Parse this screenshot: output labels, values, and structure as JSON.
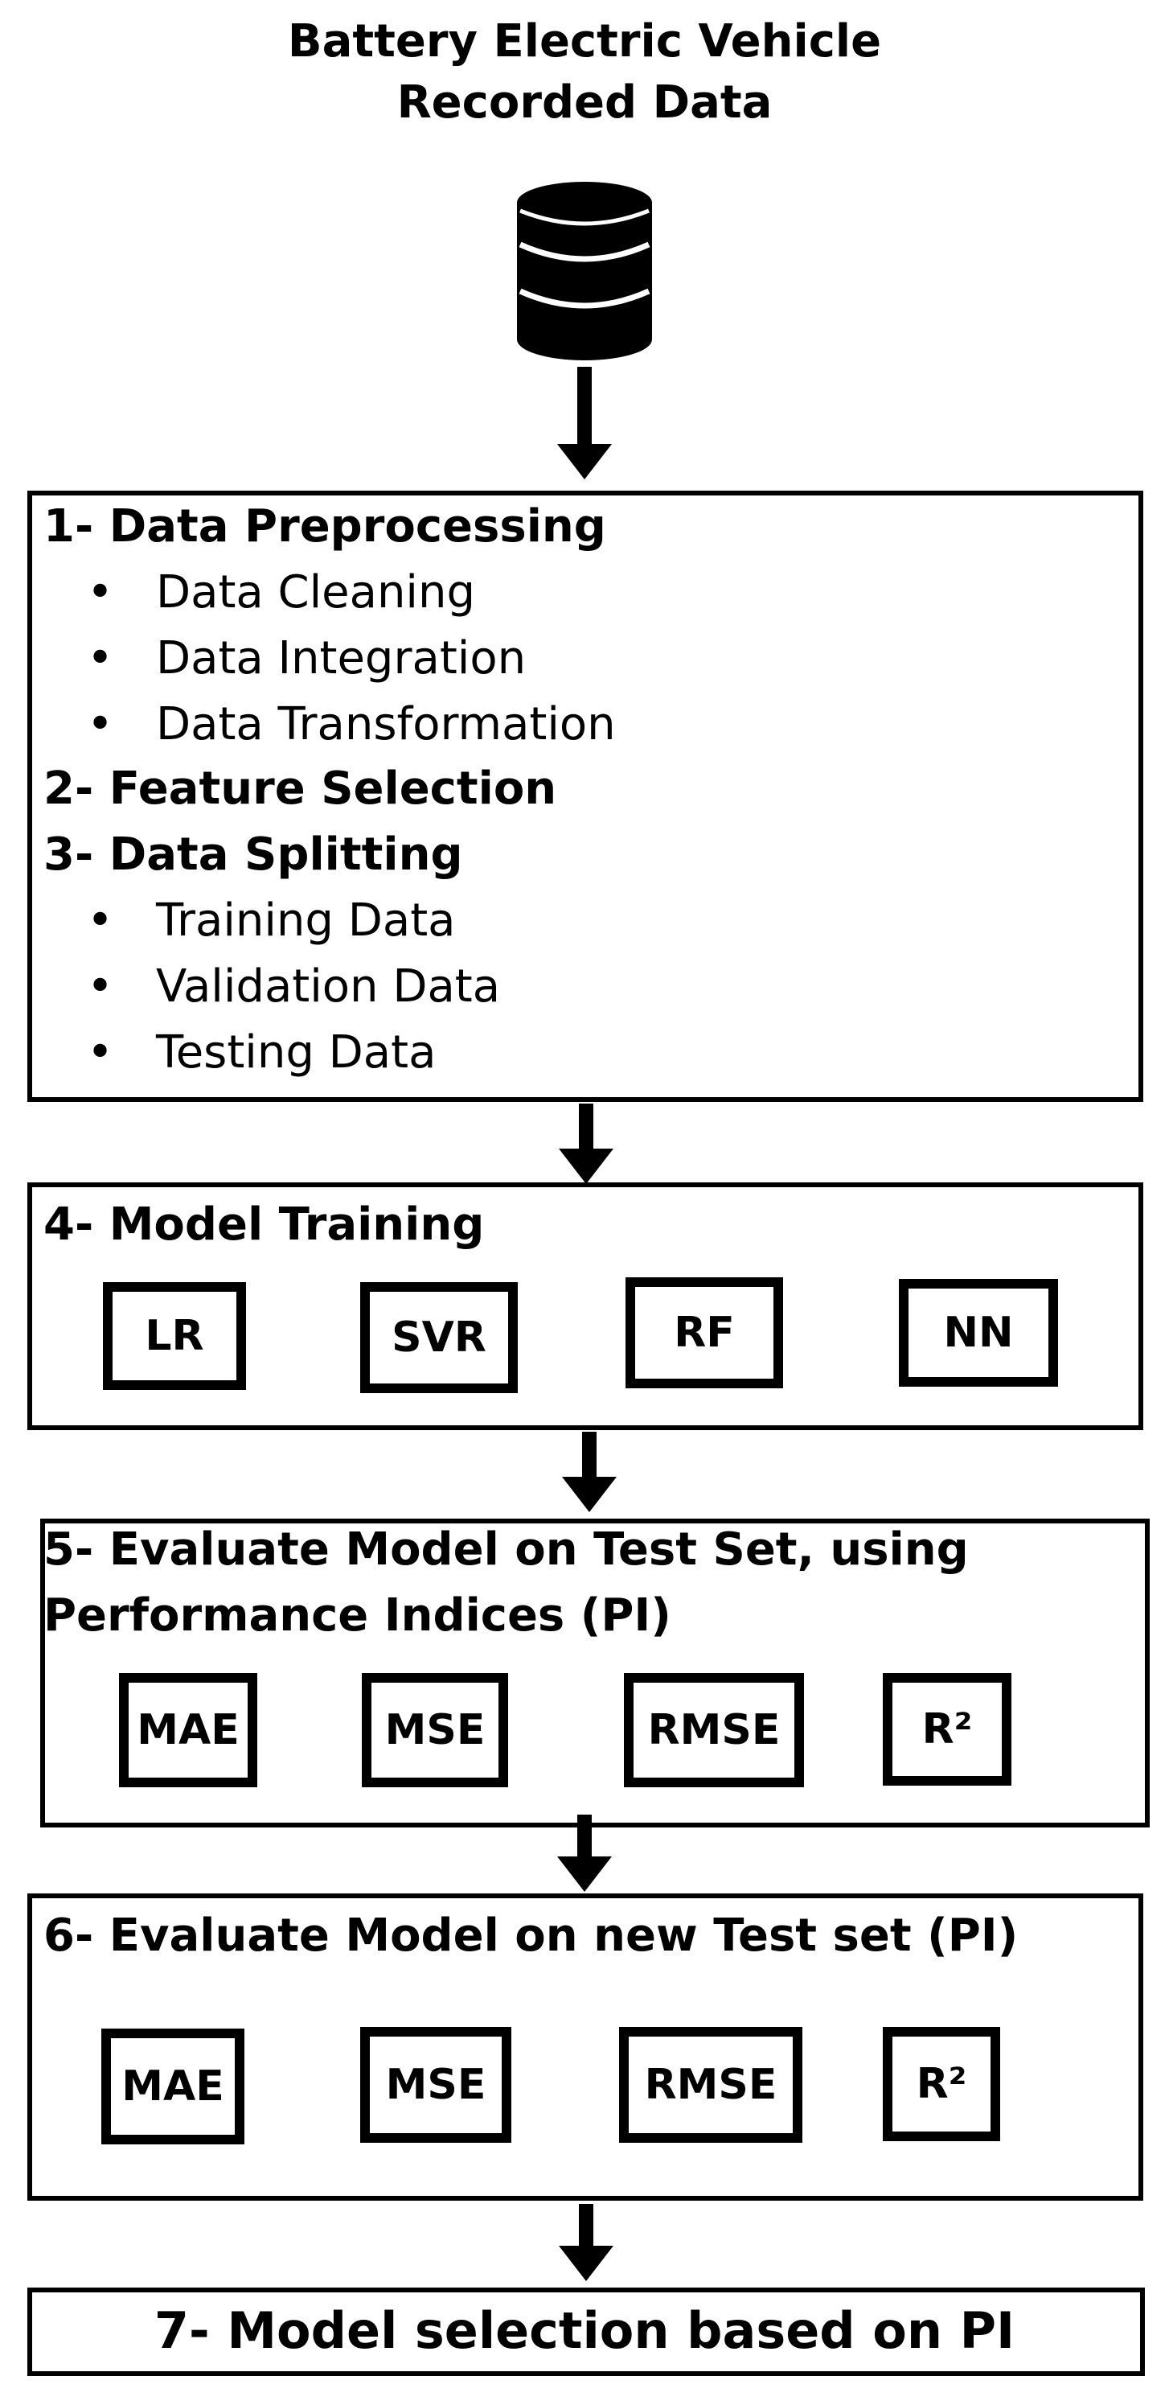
{
  "title": [
    "Battery Electric Vehicle",
    "Recorded Data"
  ],
  "icons": {
    "source": "database-icon"
  },
  "step1": {
    "heading": "1- Data Preprocessing",
    "bullets": [
      "Data Cleaning",
      "Data Integration",
      "Data Transformation"
    ],
    "step2": "2- Feature Selection",
    "step3": "3- Data Splitting",
    "bullets3": [
      "Training Data",
      "Validation Data",
      "Testing Data"
    ]
  },
  "step4": {
    "heading": "4- Model Training",
    "models": [
      "LR",
      "SVR",
      "RF",
      "NN"
    ]
  },
  "step5": {
    "heading": [
      "5- Evaluate Model on Test Set, using",
      "Performance Indices (PI)"
    ],
    "metrics": [
      "MAE",
      "MSE",
      "RMSE",
      "R²"
    ]
  },
  "step6": {
    "heading": "6- Evaluate Model on new Test set (PI)",
    "metrics": [
      "MAE",
      "MSE",
      "RMSE",
      "R²"
    ]
  },
  "step7": {
    "heading": "7- Model selection based on PI"
  },
  "bullet_char": "•"
}
